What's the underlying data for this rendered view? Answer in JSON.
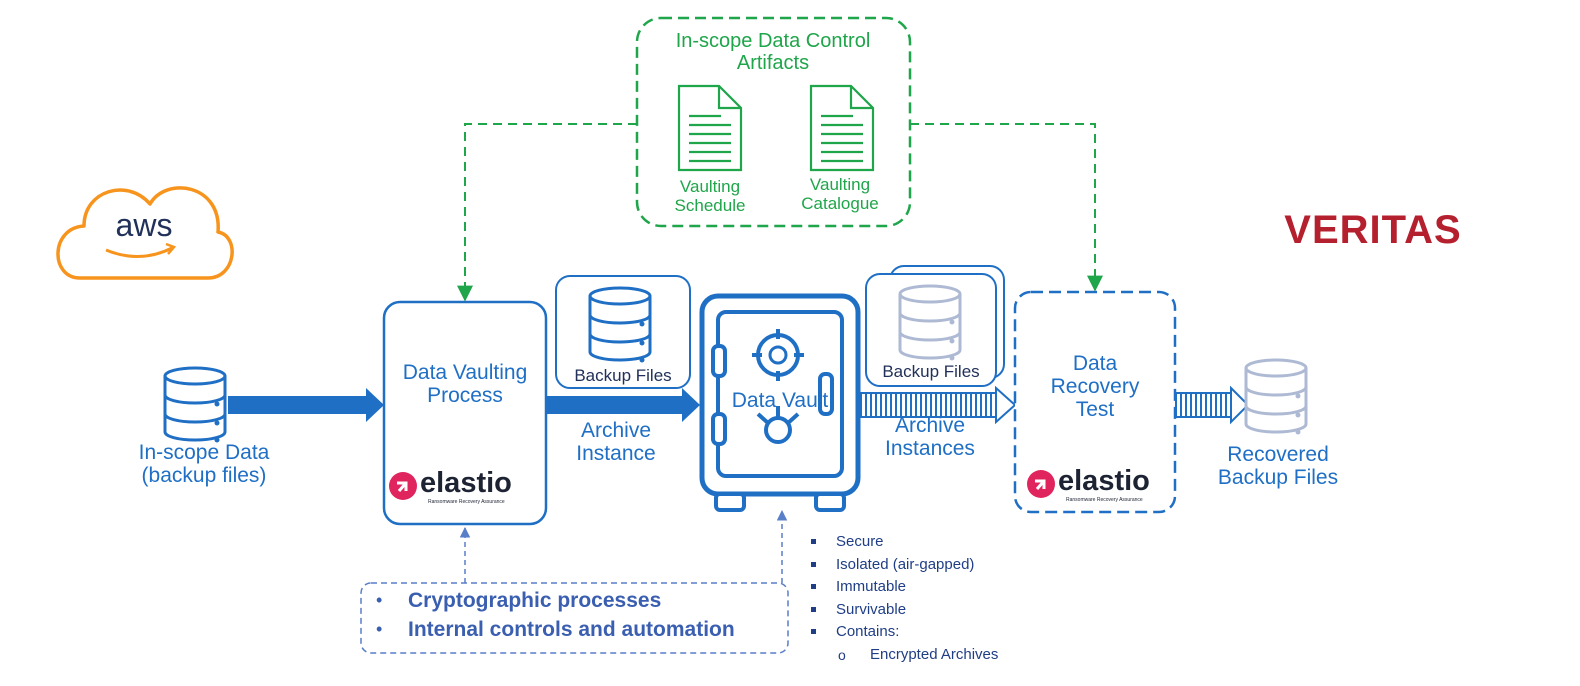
{
  "controls_box": {
    "title": "In-scope Data Control Artifacts"
  },
  "artifacts": [
    {
      "label": "Vaulting Schedule",
      "icon": "document-icon"
    },
    {
      "label": "Vaulting Catalogue",
      "icon": "document-icon"
    }
  ],
  "logos": {
    "aws": "aws",
    "veritas": "VERITAS",
    "elastio": "elastio",
    "elastio_tagline": "Ransomware Recovery Assurance"
  },
  "nodes": {
    "source": "In-scope Data (backup files)",
    "vaulting": "Data Vaulting Process",
    "backup_files_1": "Backup Files",
    "vault": "Data Vault",
    "backup_files_2": "Backup Files",
    "recovery": "Data Recovery Test",
    "recovered": "Recovered Backup Files"
  },
  "edges": {
    "archive_instance": "Archive Instance",
    "archive_instances": "Archive Instances"
  },
  "controls_list": [
    "Cryptographic processes",
    "Internal controls and automation"
  ],
  "vault_properties": [
    "Secure",
    "Isolated (air-gapped)",
    "Immutable",
    "Survivable",
    "Contains:"
  ],
  "vault_contents": [
    "Encrypted Archives"
  ],
  "colors": {
    "primary_blue": "#1f6fc5",
    "green": "#1fa54a",
    "aws_orange": "#f7941d",
    "veritas_red": "#b5202e",
    "elastio_red": "#e0245e"
  }
}
